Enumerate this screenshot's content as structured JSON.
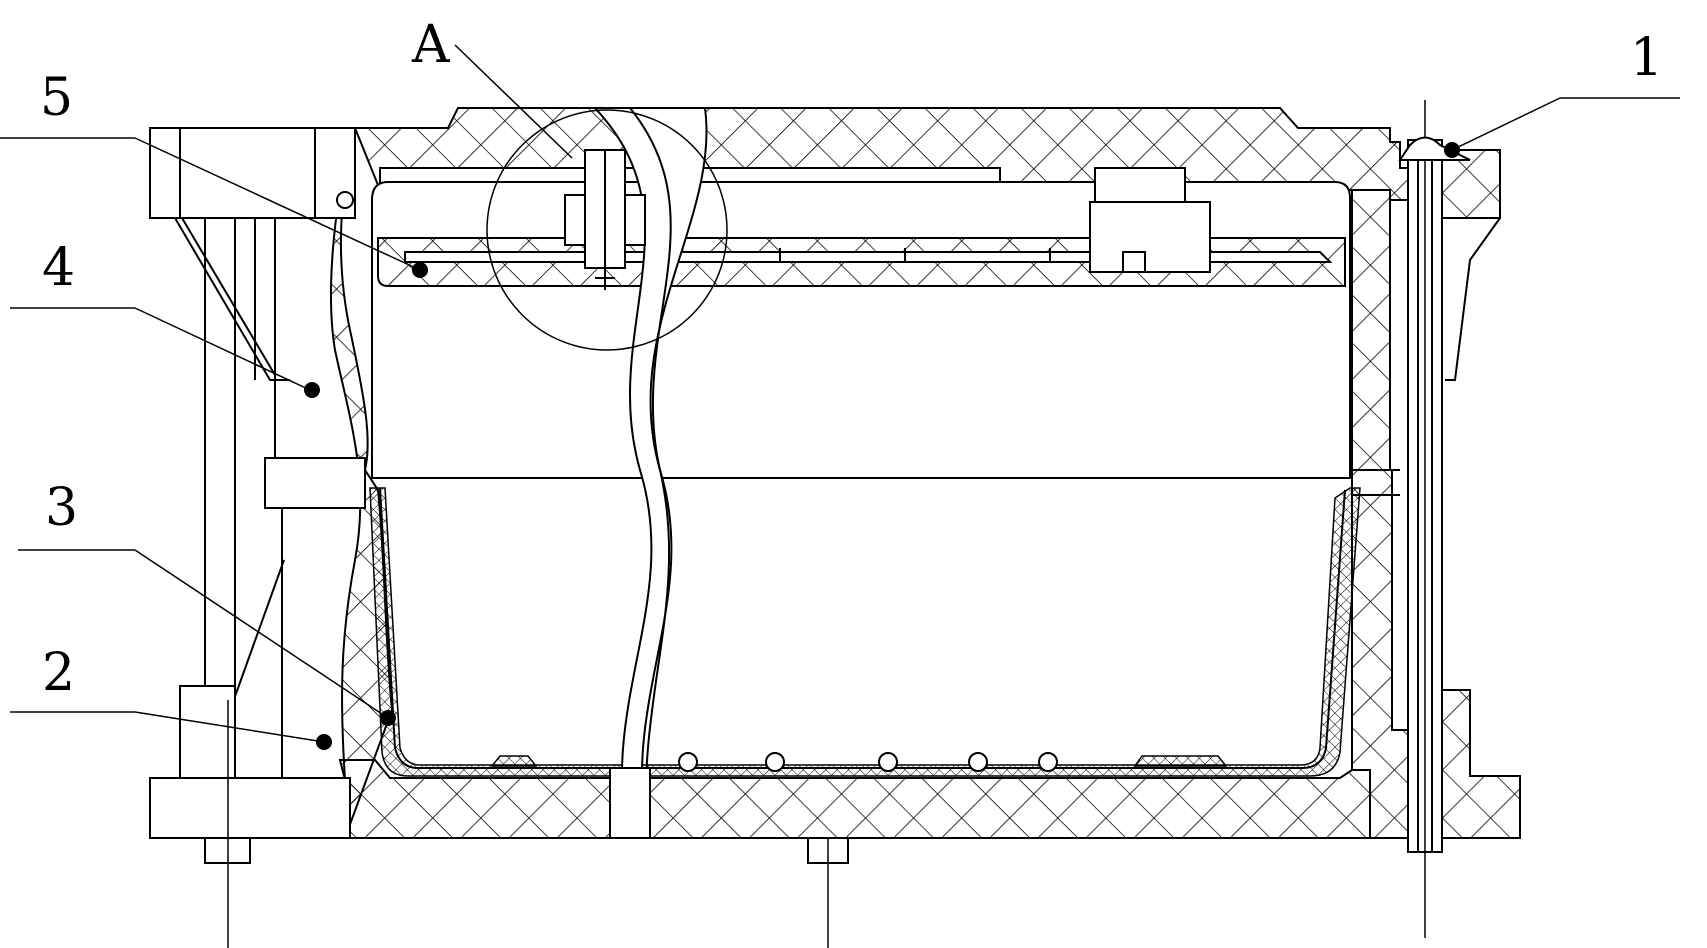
{
  "labels": {
    "a": "A",
    "one": "1",
    "two": "2",
    "three": "3",
    "four": "4",
    "five": "5"
  },
  "colors": {
    "line": "#000000",
    "background": "#ffffff"
  }
}
